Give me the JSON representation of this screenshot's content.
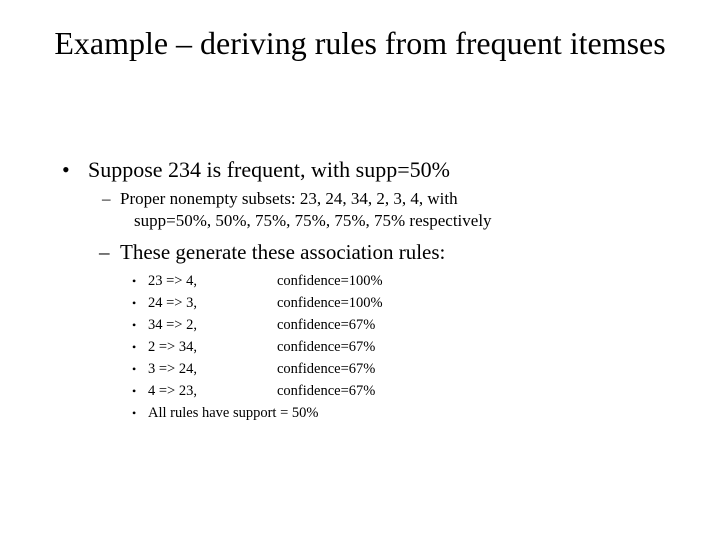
{
  "slide": {
    "title": "Example – deriving rules from frequent itemses",
    "background_color": "#ffffff",
    "text_color": "#000000",
    "bullets": {
      "level1_marker": "•",
      "level2_marker": "–",
      "level3_marker": "•"
    },
    "level1": {
      "text": "Suppose 234 is frequent, with supp=50%"
    },
    "level2_subsets": {
      "line1": "Proper nonempty subsets: 23, 24, 34, 2, 3, 4, with",
      "line2": "supp=50%, 50%, 75%, 75%, 75%, 75% respectively"
    },
    "level2_generate": {
      "text": "These generate these association rules:"
    },
    "rules": [
      {
        "rule": "23 => 4,",
        "confidence": "confidence=100%"
      },
      {
        "rule": "24 => 3,",
        "confidence": "confidence=100%"
      },
      {
        "rule": "34 => 2,",
        "confidence": "confidence=67%"
      },
      {
        "rule": "2 => 34,",
        "confidence": "confidence=67%"
      },
      {
        "rule": "3 => 24,",
        "confidence": "confidence=67%"
      },
      {
        "rule": "4 => 23,",
        "confidence": "confidence=67%"
      }
    ],
    "summary": {
      "text": "All rules have support = 50%"
    }
  }
}
